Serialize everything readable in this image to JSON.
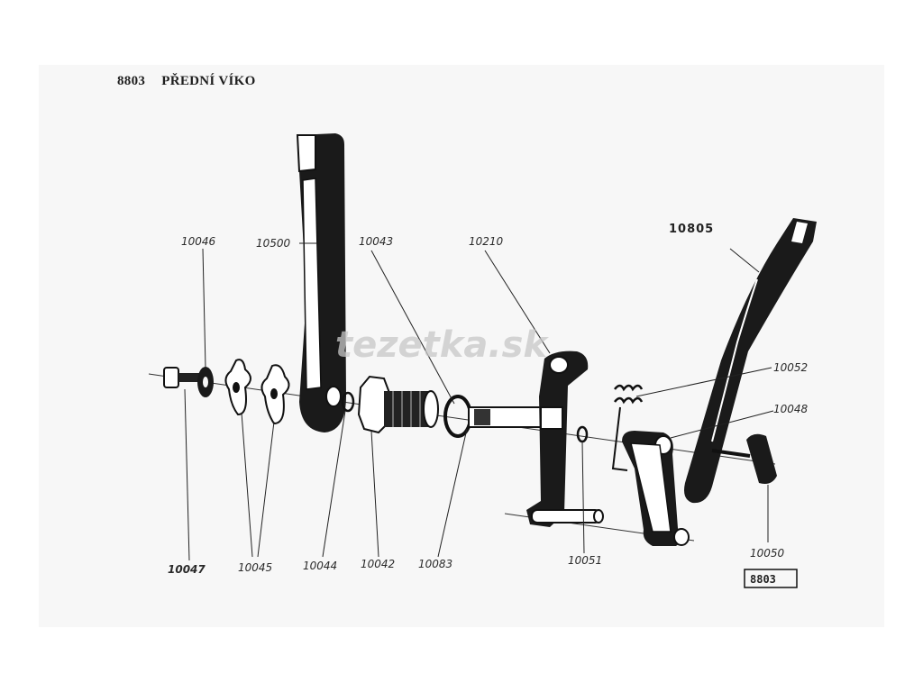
{
  "header": {
    "number": "8803",
    "title": "PŘEDNÍ VÍKO"
  },
  "watermark": "tezetka.sk",
  "stamp": "8803",
  "labels": {
    "p10046": "10046",
    "p10500": "10500",
    "p10043": "10043",
    "p10210": "10210",
    "p10805": "10805",
    "p10052": "10052",
    "p10048": "10048",
    "p10047": "10047",
    "p10045": "10045",
    "p10044": "10044",
    "p10042": "10042",
    "p10083": "10083",
    "p10051": "10051",
    "p10050": "10050"
  },
  "colors": {
    "ink": "#1a1a1a",
    "paper": "#f7f7f7"
  }
}
